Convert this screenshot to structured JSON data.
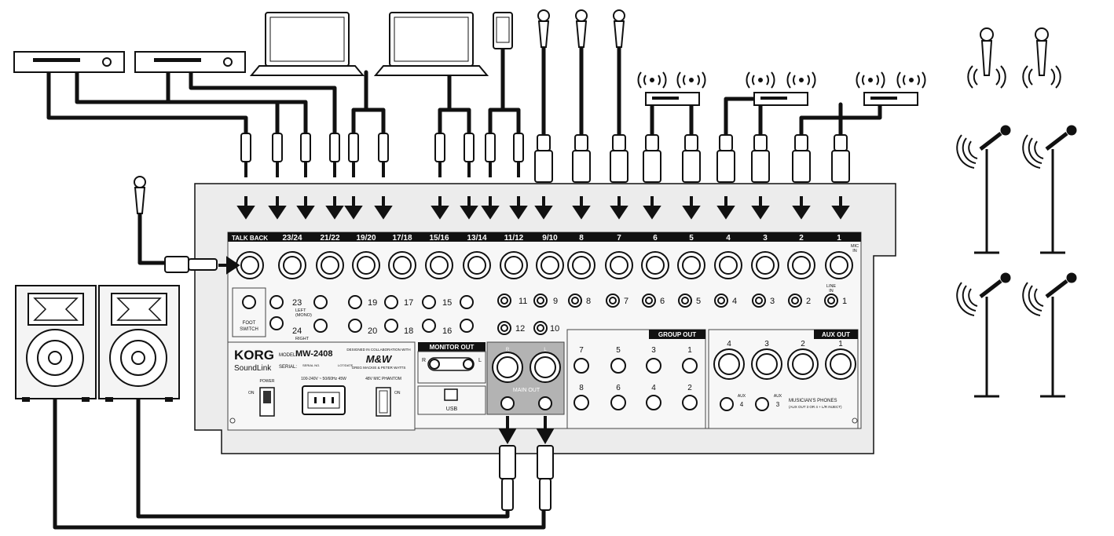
{
  "mixer": {
    "brand": "KORG",
    "brand_sub": "SoundLink",
    "model_label": "MODEL:",
    "model": "MW-2408",
    "serial_label": "SERIAL:",
    "serial_small": "SERIAL NO.",
    "lot_small": "LOT/DATE",
    "collab": "DESIGNED IN COLLABORATION WITH",
    "mw_logo": "M&W",
    "designers": "GREG MACKIE & PETER WATTS",
    "power_label": "POWER",
    "on_label": "ON",
    "ac_label": "100-240V ~ 50/60Hz 45W",
    "phantom_label": "48V MIC PHANTOM",
    "phantom_on": "ON",
    "usb_label": "USB",
    "monitor_out": "MONITOR OUT",
    "mon_r": "R",
    "mon_l": "L",
    "main_out": "MAIN OUT",
    "main_r": "R",
    "main_l": "L",
    "group_out": "GROUP OUT",
    "aux_out": "AUX OUT",
    "musician_phones": "MUSICIAN'S PHONES",
    "musician_phones_sub": "(AUX OUT 3 OR 4 + L/R INJECT)",
    "aux_word": "AUX",
    "foot_switch_1": "FOOT",
    "foot_switch_2": "SWITCH",
    "talk_back": "TALK BACK",
    "mic_in_1": "MIC",
    "mic_in_2": "IN",
    "line_in_1": "LINE",
    "line_in_2": "IN",
    "left_mono_1": "LEFT",
    "left_mono_2": "(MONO)",
    "right_word": "RIGHT"
  },
  "channel_headers": [
    "23/24",
    "21/22",
    "19/20",
    "17/18",
    "15/16",
    "13/14",
    "11/12",
    "9/10",
    "8",
    "7",
    "6",
    "5",
    "4",
    "3",
    "2",
    "1"
  ],
  "stereo_numbers": [
    "23",
    "24",
    "19",
    "20",
    "17",
    "18",
    "15",
    "16",
    "11",
    "12",
    "9",
    "10"
  ],
  "mono_numbers": [
    "8",
    "7",
    "6",
    "5",
    "4",
    "3",
    "2",
    "1"
  ],
  "group_numbers": [
    "7",
    "5",
    "3",
    "1",
    "8",
    "6",
    "4",
    "2"
  ],
  "aux_numbers": [
    "4",
    "3",
    "2",
    "1"
  ],
  "phones_numbers": [
    "4",
    "3"
  ],
  "colors": {
    "ink": "#111111",
    "panel": "#e6e6e6",
    "panel_dark": "#8a8a8a",
    "main_out_bg": "#b0b0b0",
    "speaker_body": "#f4f4f4"
  },
  "icons": [
    "cd-player-icon",
    "laptop-icon",
    "smartphone-icon",
    "microphone-icon",
    "wireless-receiver-icon",
    "wireless-signal-icon",
    "mic-stand-icon",
    "speaker-icon",
    "xlr-connector-icon",
    "phone-plug-icon",
    "arrow-down-icon"
  ]
}
